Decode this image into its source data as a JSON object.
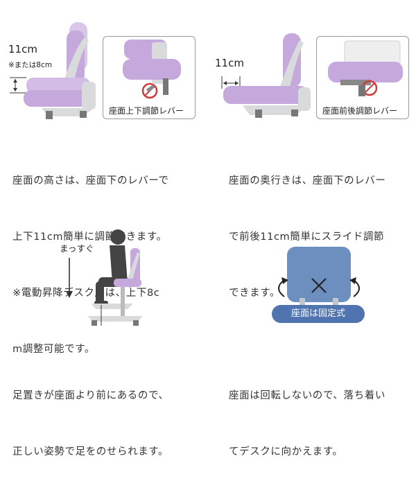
{
  "panel_height": {
    "measure_main": "11cm",
    "measure_note": "※または8cm",
    "inset_label": "座面上下調節レバー",
    "description": [
      "座面の高さは、座面下のレバーで",
      "上下11cm簡単に調節できます。",
      "※電動昇降デスク用は、上下8c",
      "m調整可能です。"
    ]
  },
  "panel_depth": {
    "measure_main": "11cm",
    "inset_label": "座面前後調節レバー",
    "description": [
      "座面の奥行きは、座面下のレバー",
      "で前後11cm簡単にスライド調節",
      "できます。"
    ]
  },
  "panel_posture": {
    "label": "まっすぐ",
    "description": [
      "足置きが座面より前にあるので、",
      "正しい姿勢で足をのせられます。"
    ]
  },
  "panel_fixed": {
    "badge": "座面は固定式",
    "description": [
      "座面は回転しないので、落ち着い",
      "てデスクに向かえます。"
    ]
  },
  "colors": {
    "lavender": "#c5a8dc",
    "lavender_dark": "#a98bc6",
    "frame_gray": "#d8dadb",
    "back_blue": "#6d8fc0",
    "badge_blue": "#4f74b0",
    "lever_red": "#d23a3a"
  }
}
